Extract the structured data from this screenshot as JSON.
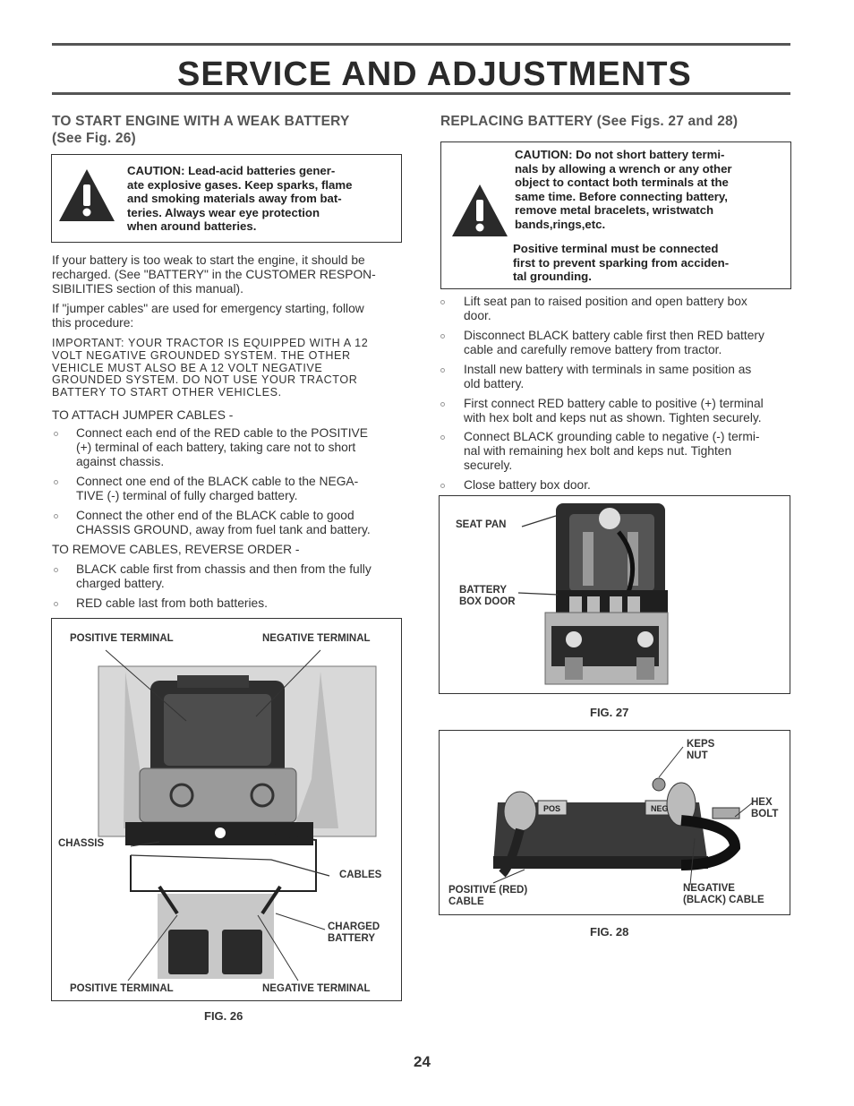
{
  "title": "SERVICE AND ADJUSTMENTS",
  "left": {
    "heading_line1": "TO START ENGINE WITH A WEAK BATTERY",
    "heading_line2": "(See Fig. 26)",
    "caution": [
      "CAUTION: Lead-acid batteries gener-",
      "ate explosive gases. Keep sparks, flame",
      "and smoking materials away from bat-",
      "teries. Always wear eye protection",
      "when around batteries."
    ],
    "para1": [
      "If your battery is too weak to start the engine, it should be",
      "recharged. (See \"BATTERY\" in the CUSTOMER RESPON-",
      "SIBILITIES section of this manual)."
    ],
    "para2": [
      "If \"jumper cables\" are used for emergency starting, follow",
      "this procedure:"
    ],
    "important": [
      "IMPORTANT: YOUR TRACTOR IS EQUIPPED WITH A 12",
      "VOLT NEGATIVE GROUNDED SYSTEM. THE OTHER",
      "VEHICLE MUST ALSO BE A 12 VOLT NEGATIVE",
      "GROUNDED SYSTEM. DO NOT USE YOUR TRACTOR",
      "BATTERY TO START OTHER VEHICLES."
    ],
    "attach_heading": "TO ATTACH JUMPER CABLES -",
    "attach_items": [
      [
        "Connect each end of the RED cable to the POSITIVE",
        "(+) terminal of each battery, taking care not to short",
        "against chassis."
      ],
      [
        "Connect one end of the BLACK cable to the NEGA-",
        "TIVE (-) terminal of fully charged battery."
      ],
      [
        "Connect the other end of the BLACK cable to good",
        "CHASSIS GROUND, away from fuel tank and battery."
      ]
    ],
    "remove_heading": "TO REMOVE CABLES, REVERSE ORDER -",
    "remove_items": [
      [
        "BLACK cable first from chassis and then from the fully",
        "charged battery."
      ],
      [
        "RED cable last from both batteries."
      ]
    ],
    "fig26": {
      "positive_terminal_top": "POSITIVE TERMINAL",
      "negative_terminal_top": "NEGATIVE TERMINAL",
      "chassis": "CHASSIS",
      "cables": "CABLES",
      "charged_battery_1": "CHARGED",
      "charged_battery_2": "BATTERY",
      "positive_terminal_bottom": "POSITIVE TERMINAL",
      "negative_terminal_bottom": "NEGATIVE TERMINAL",
      "caption": "FIG. 26"
    }
  },
  "right": {
    "heading": "REPLACING BATTERY (See Figs. 27 and 28)",
    "caution": [
      "CAUTION: Do not short battery termi-",
      "nals by allowing a wrench or any other",
      "object to contact both terminals at the",
      "same time. Before connecting battery,",
      "remove metal bracelets, wristwatch",
      "bands,rings,etc."
    ],
    "caution2": [
      "Positive terminal must be connected",
      "first to prevent sparking from acciden-",
      "tal grounding."
    ],
    "items": [
      [
        "Lift seat pan to raised position and open battery box",
        "door."
      ],
      [
        "Disconnect BLACK battery cable first then RED battery",
        "cable and carefully remove battery from tractor."
      ],
      [
        "Install new battery with terminals in same position as",
        "old battery."
      ],
      [
        "First connect RED battery cable to positive (+) terminal",
        "with hex bolt and keps nut as shown. Tighten securely."
      ],
      [
        "Connect BLACK grounding cable to negative (-) termi-",
        "nal with remaining hex bolt and keps nut. Tighten",
        "securely."
      ],
      [
        "Close battery box door."
      ]
    ],
    "fig27": {
      "seat_pan": "SEAT PAN",
      "battery_box_door_1": "BATTERY",
      "battery_box_door_2": "BOX DOOR",
      "caption": "FIG. 27"
    },
    "fig28": {
      "keps_1": "KEPS",
      "keps_2": "NUT",
      "hex_1": "HEX",
      "hex_2": "BOLT",
      "pos_1": "POSITIVE (RED)",
      "pos_2": "CABLE",
      "neg_1": "NEGATIVE",
      "neg_2": "(BLACK) CABLE",
      "pos_mark": "POS",
      "neg_mark": "NEG",
      "caption": "FIG. 28"
    }
  },
  "page_number": "24",
  "colors": {
    "ink": "#222222",
    "heading": "#555555",
    "figure_dark": "#2b2b2b",
    "figure_mid": "#8a8a8a"
  },
  "icons": [
    "warning-triangle-icon",
    "warning-triangle-icon"
  ]
}
